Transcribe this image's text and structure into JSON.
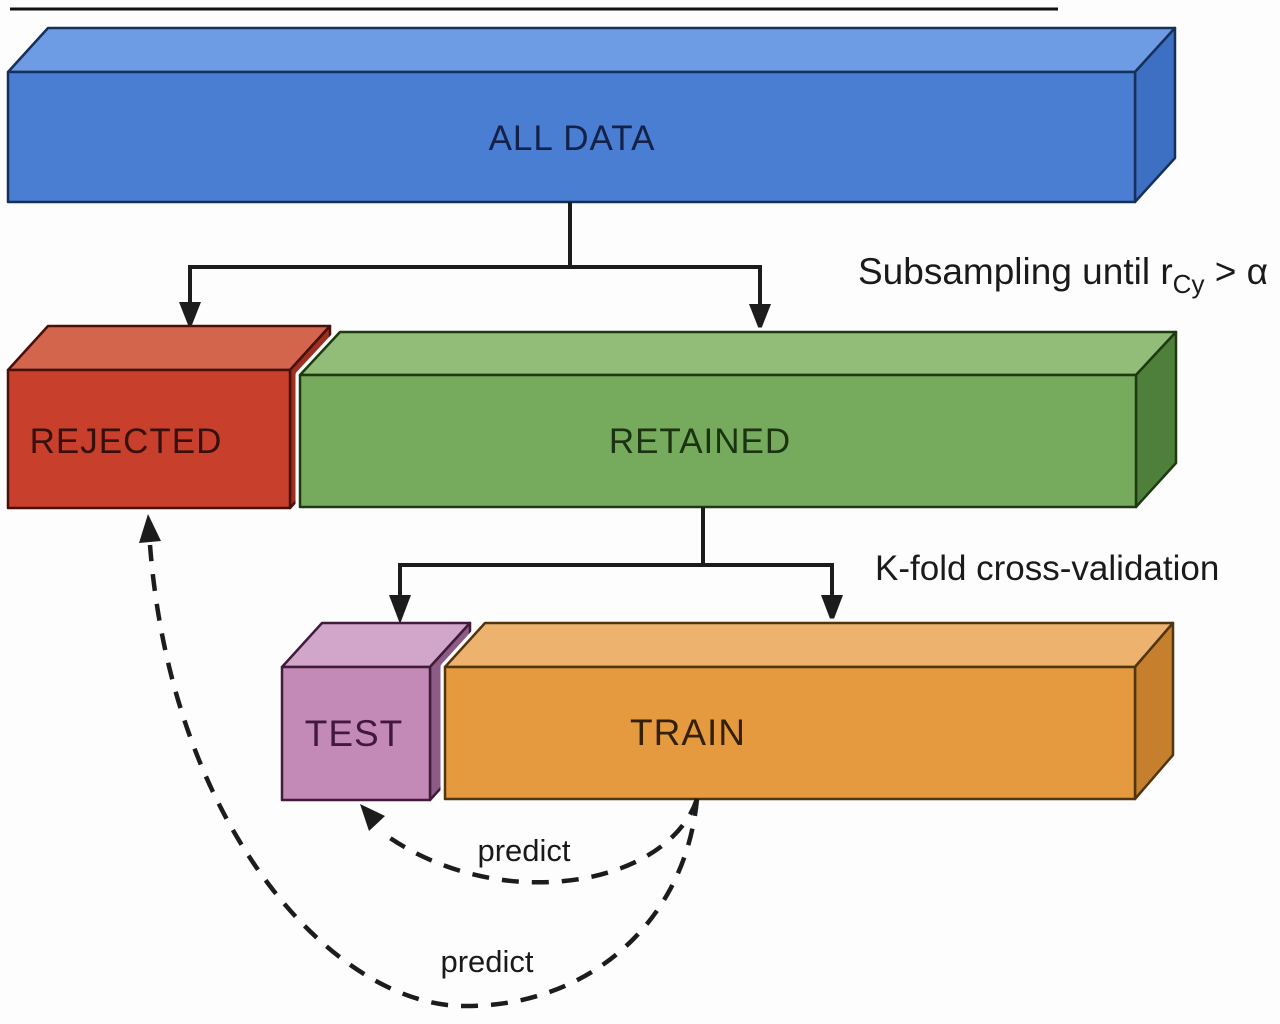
{
  "blocks": {
    "all_data": {
      "label": "ALL DATA"
    },
    "rejected": {
      "label": "REJECTED"
    },
    "retained": {
      "label": "RETAINED"
    },
    "test": {
      "label": "TEST"
    },
    "train": {
      "label": "TRAIN"
    }
  },
  "annotations": {
    "subsampling": {
      "prefix": "Subsampling until r",
      "subscript": "Cy",
      "suffix": " > α"
    },
    "kfold": {
      "label": "K-fold cross-validation"
    },
    "predict_upper": {
      "label": "predict"
    },
    "predict_lower": {
      "label": "predict"
    }
  },
  "colors": {
    "blue_front": "#4a7ed3",
    "blue_top": "#6d9ce4",
    "blue_side": "#3d6fc2",
    "red_front": "#c8402c",
    "red_top": "#d2654b",
    "red_side": "#9e2f20",
    "green_front": "#76aa5c",
    "green_top": "#92bd78",
    "green_side": "#4f803b",
    "orange_front": "#e59a40",
    "orange_top": "#ecb26e",
    "orange_side": "#c67f2c",
    "pink_front": "#c38ab8",
    "pink_top": "#d2a5cb",
    "pink_side": "#8d5c86",
    "connector": "#1c1c1c"
  }
}
